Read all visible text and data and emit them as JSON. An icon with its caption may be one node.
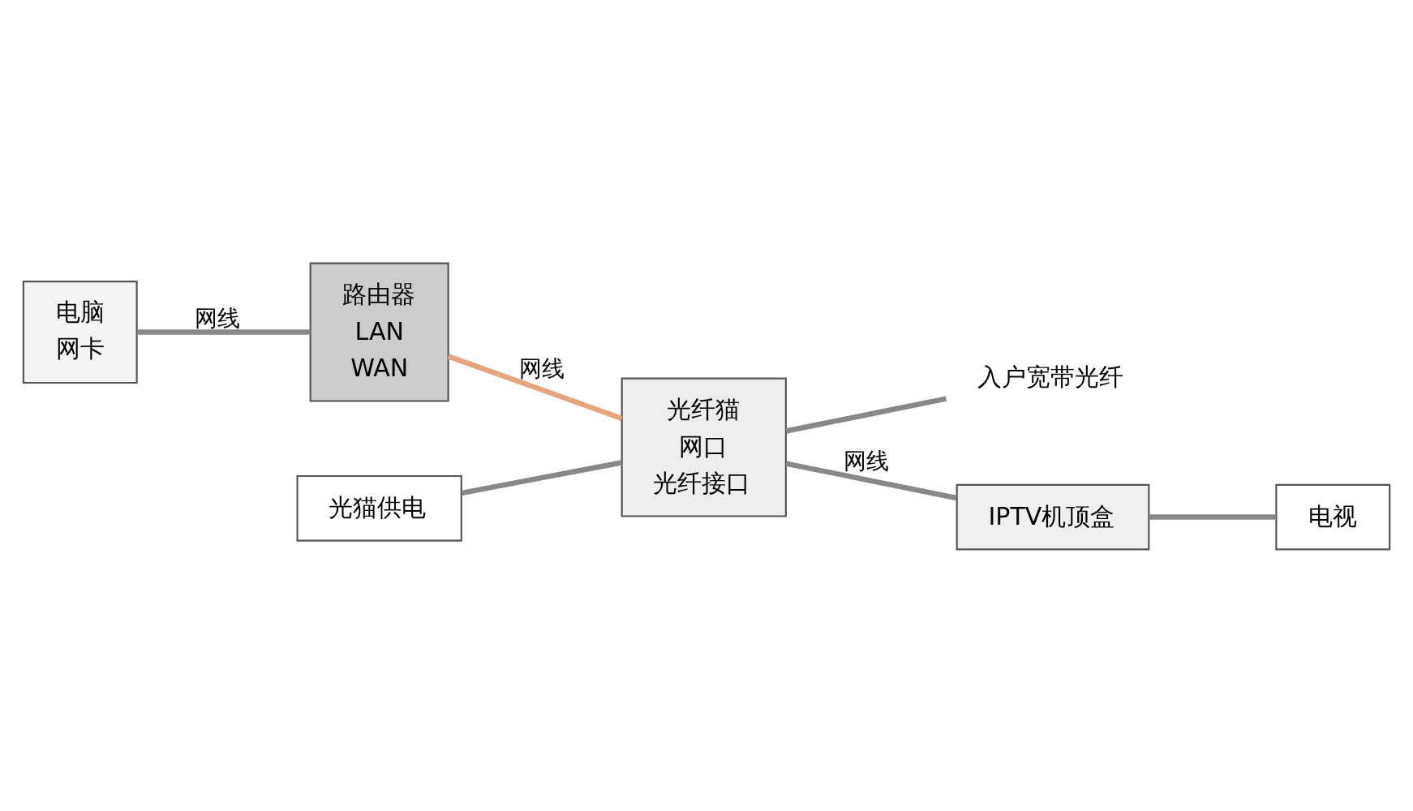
{
  "diagram": {
    "nodes": [
      {
        "text": [
          "电脑",
          "网卡"
        ]
      },
      {
        "text": [
          "光猫供电"
        ]
      },
      {
        "text": [
          "光纤猫",
          "网口",
          "光纤接口"
        ]
      },
      {
        "text": [
          "路由器",
          "LAN",
          "WAN"
        ]
      },
      {
        "text": [
          "入户宽带光纤"
        ]
      },
      {
        "text": [
          "电视"
        ]
      },
      {
        "text": [
          "IPTV机顶盒"
        ]
      }
    ],
    "edges": [
      {
        "from": 0,
        "to": 3,
        "arrow": "none",
        "label": "网线"
      },
      {
        "from": 1,
        "to": 2,
        "arrow": "none"
      },
      {
        "from": 3,
        "to": 2,
        "arrow": "none",
        "label": "网线",
        "color": "#e8a47c"
      },
      {
        "from": 2,
        "to": 6,
        "arrow": "none",
        "label": "网线"
      },
      {
        "from": 2,
        "to": 4,
        "arrow": "none"
      },
      {
        "from": 6,
        "to": 5,
        "arrow": "none"
      }
    ]
  }
}
